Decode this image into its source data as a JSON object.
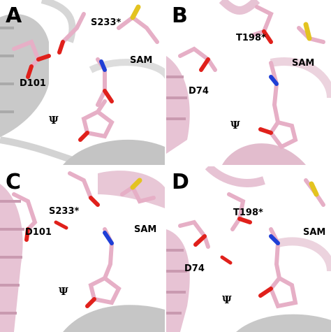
{
  "panels": [
    {
      "letter": "A",
      "labels": {
        "serine": "S233*",
        "sam": "SAM",
        "asp": "D101",
        "psi": "Ψ"
      }
    },
    {
      "letter": "B",
      "labels": {
        "serine": "T198*",
        "sam": "SAM",
        "asp": "D74",
        "psi": "Ψ"
      }
    },
    {
      "letter": "C",
      "labels": {
        "serine": "S233*",
        "sam": "SAM",
        "asp": "D101",
        "psi": "Ψ"
      }
    },
    {
      "letter": "D",
      "labels": {
        "serine": "T198*",
        "sam": "SAM",
        "asp": "D74",
        "psi": "Ψ"
      }
    }
  ],
  "colors": {
    "ribbon_gray": "#c8c8c8",
    "ribbon_pink": "#e7c3d4",
    "stick_pink": "#e6afc6",
    "oxygen": "#e0201b",
    "nitrogen": "#1f3fd6",
    "sulfur": "#e3c320",
    "water_gray": "#b3b3b3"
  }
}
